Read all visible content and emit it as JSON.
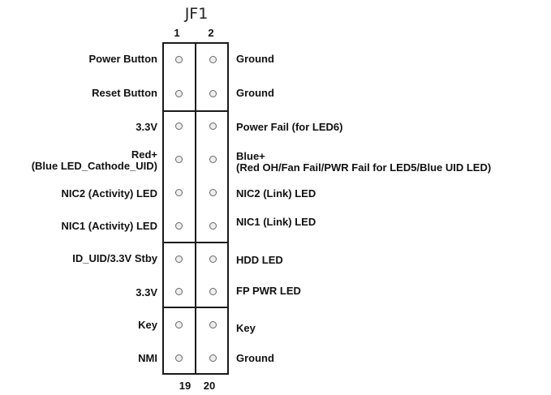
{
  "header": {
    "title": "JF1",
    "col_left": "1",
    "col_right": "2",
    "bottom_left": "19",
    "bottom_right": "20"
  },
  "rows": [
    {
      "left": "Power Button",
      "right": "Ground"
    },
    {
      "left": "Reset Button",
      "right": "Ground"
    },
    {
      "left": "3.3V",
      "right": "Power Fail (for LED6)"
    },
    {
      "left_line1": "Red+",
      "left_line2": "(Blue LED_Cathode_UID)",
      "right_line1": "Blue+",
      "right_line2": "(Red OH/Fan Fail/PWR Fail for LED5/Blue UID LED)"
    },
    {
      "left": "NIC2 (Activity) LED",
      "right": "NIC2 (Link) LED"
    },
    {
      "left": "NIC1 (Activity) LED",
      "right": "NIC1 (Link) LED"
    },
    {
      "left": "ID_UID/3.3V Stby",
      "right": "HDD LED"
    },
    {
      "left": "3.3V",
      "right": "FP PWR LED"
    },
    {
      "left": "Key",
      "right": "Key"
    },
    {
      "left": "NMI",
      "right": "Ground"
    }
  ]
}
